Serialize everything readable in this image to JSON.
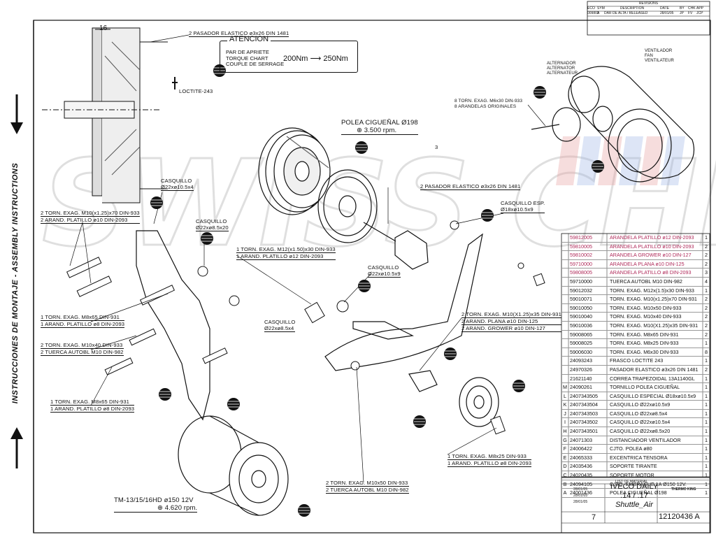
{
  "side_title": "INSTRUCCIONES DE MONTAJE - ASSEMBLY INSTRUCTIONS",
  "watermark": "SWISS CHILLING",
  "top_dimension": "16",
  "atencion": {
    "title": "ATENCION",
    "lines": [
      "PAR DE APRIETE",
      "TORQUE CHART",
      "COUPLE DE SERRAGE"
    ],
    "from": "200Nm",
    "to": "250Nm"
  },
  "callouts": {
    "pasador_top": "2 PASADOR ELASTICO ø3x26 DIN 1481",
    "loctite": "LOCTITE-243",
    "polea_title": "POLEA CIGUEÑAL  Ø198",
    "polea_rpm": "⊕ 3.500 rpm.",
    "pasador_mid": "2 PASADOR ELASTICO ø3x26 DIN 1481",
    "dim_3": "3",
    "torn_m6": [
      "8 TORN. EXAG. M6x30 DIN-933",
      "8 ARANDELAS ORIGINALES"
    ],
    "alternador": [
      "ALTERNADOR",
      "ALTERNATOR",
      "ALTERNATEUR"
    ],
    "ventilador": [
      "VENTILADOR",
      "FAN",
      "VENTILATEUR"
    ],
    "casquillo_1": [
      "CASQUILLO",
      "Ø22xø10.5x4"
    ],
    "casquillo_2": [
      "CASQUILLO",
      "Ø22xø8.5x20"
    ],
    "casquillo_esp": [
      "CASQUILLO ESP.",
      "Ø18xø10.5x9"
    ],
    "casquillo_3": [
      "CASQUILLO",
      "Ø22xø10.5x9"
    ],
    "casquillo_4": [
      "CASQUILLO",
      "Ø22xø8.5x4"
    ],
    "torn_m10_70": [
      "2 TORN. EXAG. M10(x1.25)x70 DIN-933",
      "2 ARAND. PLATILLO ø10 DIN-2093"
    ],
    "torn_m12": [
      "1 TORN. EXAG. M12(x1.50)x30 DIN-933",
      "1 ARAND. PLATILLO ø12 DIN-2093"
    ],
    "torn_m10_35": [
      "2 TORN. EXAG. M10(X1.25)x35 DIN-931",
      "2 ARAND. PLANA ø10 DIN-125",
      "2 ARAND. GROWER ø10 DIN-127"
    ],
    "torn_m8_65_a": [
      "1 TORN. EXAG. M8x65 DIN-931",
      "1 ARAND. PLATILLO ø8 DIN-2093"
    ],
    "torn_m10_40": [
      "2 TORN. EXAG. M10x40 DIN-933",
      "2 TUERCA AUTOBL M10 DIN-982"
    ],
    "torn_m8_65_b": [
      "1 TORN. EXAG. M8x65 DIN-931",
      "1 ARAND. PLATILLO ø8 DIN-2093"
    ],
    "torn_m8_25": [
      "1 TORN. EXAG. M8x25 DIN-933",
      "1 ARAND. PLATILLO ø8 DIN-2093"
    ],
    "torn_m10_50": [
      "2 TORN. EXAG. M10x50 DIN-933",
      "2 TUERCA AUTOBL M10 DIN-982"
    ],
    "compressor": "TM-13/15/16HD  ø150  12V",
    "compressor_rpm": "⊕ 4.620 rpm."
  },
  "bom": [
    {
      "ref": "",
      "code": "59812005",
      "desc": "ARANDELA PLATILLO ø12 DIN-2093",
      "qty": "1",
      "sel": true
    },
    {
      "ref": "",
      "code": "59810005",
      "desc": "ARANDELA PLATILLO ø10 DIN-2093",
      "qty": "2",
      "sel": true
    },
    {
      "ref": "",
      "code": "59810002",
      "desc": "ARANDELA GROWER ø10 DIN-127",
      "qty": "2",
      "sel": true
    },
    {
      "ref": "",
      "code": "59710000",
      "desc": "ARANDELA PLANA ø10 DIN-125",
      "qty": "2",
      "sel": true
    },
    {
      "ref": "",
      "code": "59808005",
      "desc": "ARANDELA PLATILLO ø8 DIN-2093",
      "qty": "3",
      "sel": true
    },
    {
      "ref": "",
      "code": "59710000",
      "desc": "TUERCA AUTOBL M10 DIN-982",
      "qty": "4",
      "sel": false
    },
    {
      "ref": "",
      "code": "59012032",
      "desc": "TORN. EXAG. M12x(1.5)x30 DIN-933",
      "qty": "1",
      "sel": false
    },
    {
      "ref": "",
      "code": "59010071",
      "desc": "TORN. EXAG. M10(x1.25)x70 DIN-931",
      "qty": "2",
      "sel": false
    },
    {
      "ref": "",
      "code": "59010050",
      "desc": "TORN. EXAG. M10x50 DIN-933",
      "qty": "2",
      "sel": false
    },
    {
      "ref": "",
      "code": "59010040",
      "desc": "TORN. EXAG. M10x40 DIN-933",
      "qty": "2",
      "sel": false
    },
    {
      "ref": "",
      "code": "59010036",
      "desc": "TORN. EXAG. M10(X1.25)x35 DIN-931",
      "qty": "2",
      "sel": false
    },
    {
      "ref": "",
      "code": "59008065",
      "desc": "TORN. EXAG. M8x65 DIN-931",
      "qty": "2",
      "sel": false
    },
    {
      "ref": "",
      "code": "59008025",
      "desc": "TORN. EXAG. M8x25 DIN-933",
      "qty": "1",
      "sel": false
    },
    {
      "ref": "",
      "code": "59006030",
      "desc": "TORN. EXAG. M6x30 DIN-933",
      "qty": "8",
      "sel": false
    },
    {
      "ref": "",
      "code": "24093243",
      "desc": "FRASCO LOCTITE 243",
      "qty": "1",
      "sel": false
    },
    {
      "ref": "",
      "code": "24970326",
      "desc": "PASADOR ELASTICO ø3x26 DIN 1481",
      "qty": "2",
      "sel": false
    },
    {
      "ref": "",
      "code": "21621140",
      "desc": "CORREA TRAPEZOIDAL 13A1140GL",
      "qty": "1",
      "sel": false
    },
    {
      "ref": "M",
      "code": "24090261",
      "desc": "TORNILLO POLEA CIGUEÑAL",
      "qty": "1",
      "sel": false
    },
    {
      "ref": "L",
      "code": "2407343505",
      "desc": "CASQUILLO ESPECIAL Ø18xø10.5x9",
      "qty": "1",
      "sel": false
    },
    {
      "ref": "K",
      "code": "2407343504",
      "desc": "CASQUILLO Ø22xø10.5x9",
      "qty": "1",
      "sel": false
    },
    {
      "ref": "J",
      "code": "2407343503",
      "desc": "CASQUILLO Ø22xø8.5x4",
      "qty": "1",
      "sel": false
    },
    {
      "ref": "I",
      "code": "2407343502",
      "desc": "CASQUILLO Ø22xø10.5x4",
      "qty": "1",
      "sel": false
    },
    {
      "ref": "H",
      "code": "2407343501",
      "desc": "CASQUILLO Ø22xø8.5x20",
      "qty": "1",
      "sel": false
    },
    {
      "ref": "G",
      "code": "24071303",
      "desc": "DISTANCIADOR VENTILADOR",
      "qty": "1",
      "sel": false
    },
    {
      "ref": "F",
      "code": "24006422",
      "desc": "CJTO. POLEA ø80",
      "qty": "1",
      "sel": false
    },
    {
      "ref": "E",
      "code": "24065333",
      "desc": "EXCENTRICA TENSORA",
      "qty": "1",
      "sel": false
    },
    {
      "ref": "D",
      "code": "24035436",
      "desc": "SOPORTE TIRANTE",
      "qty": "1",
      "sel": false
    },
    {
      "ref": "C",
      "code": "24020435",
      "desc": "SOPORTE MOTOR",
      "qty": "1",
      "sel": false
    },
    {
      "ref": "B",
      "code": "24094105",
      "desc": "CJTO. EMBRAGUE 1A Ø150 12V.",
      "qty": "1",
      "sel": false
    },
    {
      "ref": "A",
      "code": "24001436",
      "desc": "POLEA CIGUEÑAL Ø198",
      "qty": "1",
      "sel": false
    }
  ],
  "bom_footer": "LIST OF MATERIAL",
  "revisions": {
    "title": "REVISIONS",
    "headers": [
      "ECO",
      "SYM",
      "DESCRIPTION",
      "DATE",
      "BY",
      "CHK",
      "APP"
    ],
    "row": [
      "009802",
      "A",
      "DAR DE ALTA / RELEASED",
      "28/01/05",
      "JP",
      "FV",
      "JCP"
    ]
  },
  "title_block": {
    "model_lines": [
      "IVECO DAILY",
      ".14  /  .17",
      "Shuttle_Air"
    ],
    "drawing_number": "12120436 A",
    "sheet": "7",
    "dates": [
      "28/01/05",
      "28/01/05",
      "28/01/05"
    ],
    "brand": "THERMO KING"
  }
}
